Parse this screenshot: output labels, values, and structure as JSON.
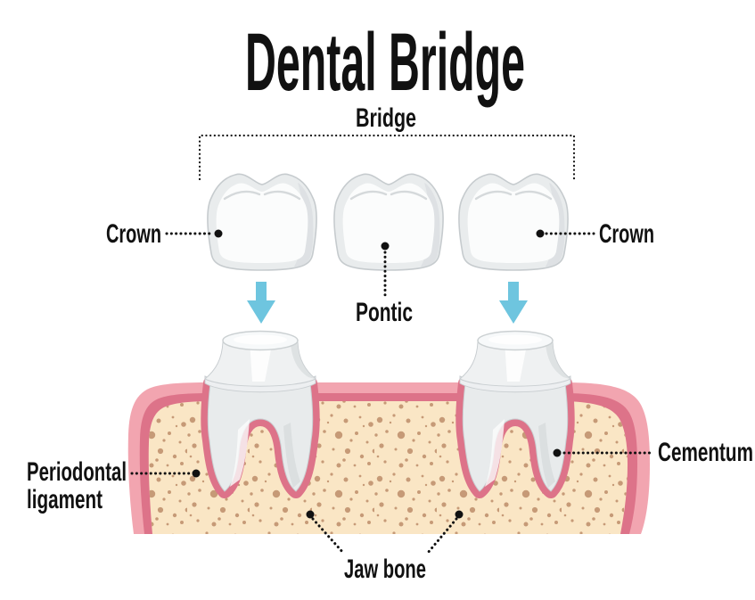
{
  "diagram": {
    "title": "Dental Bridge",
    "labels": {
      "bridge": "Bridge",
      "crown_left": "Crown",
      "crown_right": "Crown",
      "pontic": "Pontic",
      "periodontal_line1": "Periodontal",
      "periodontal_line2": "ligament",
      "cementum": "Cementum",
      "jaw_bone": "Jaw bone"
    },
    "colors": {
      "arrow_blue": "#6EC5DF",
      "gum_pink": "#F2A5B0",
      "ligament_pink": "#DD7389",
      "bone_cream": "#FAE6C5",
      "bone_speckle": "#C69A77",
      "tooth_light": "#E9ECED",
      "tooth_white": "#FBFCFC",
      "outline_gray": "#C6CBCE",
      "text_black": "#111111"
    }
  }
}
